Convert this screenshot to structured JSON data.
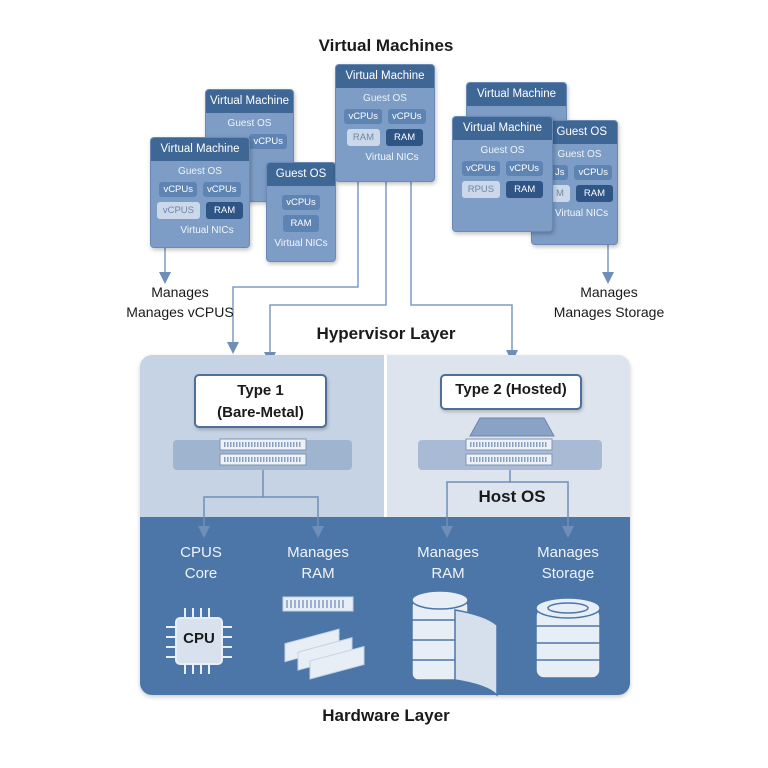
{
  "header": {
    "title": "Virtual Machines"
  },
  "vms": [
    {
      "title": "Virtual Machine",
      "guest_os": "Guest OS",
      "chips": [
        "vCPUs"
      ]
    },
    {
      "title": "Virtual Machine",
      "guest_os": "Guest OS",
      "chips_row1": [
        "vCPUs",
        "vCPUs"
      ],
      "chips_row2": [
        "vCPUS",
        "RAM"
      ],
      "nics": "Virtual NICs"
    },
    {
      "title": "Guest OS",
      "chips": [
        "vCPUs",
        "RAM"
      ],
      "nics": "Virtual NICs"
    },
    {
      "title": "Virtual Machine",
      "guest_os": "Guest OS",
      "chips_row1": [
        "vCPUs",
        "vCPUs"
      ],
      "chips_row2": [
        "RAM",
        "RAM"
      ],
      "nics": "Virtual NICs"
    },
    {
      "title": "Virtual Machine"
    },
    {
      "title": "Virtual Machine",
      "guest_os": "Guest OS",
      "chips_row1": [
        "vCPUs",
        "vCPUs"
      ],
      "chips_row2": [
        "RPUS",
        "RAM"
      ]
    },
    {
      "title": "l Guest OS",
      "guest_os": "Guest OS",
      "chips_row1": [
        "Js",
        "vCPUs"
      ],
      "chips_row2": [
        "M",
        "RAM"
      ],
      "nics": "Virtual NICs"
    }
  ],
  "left_note": {
    "line1": "Manages",
    "line2": "Manages vCPUS"
  },
  "right_note": {
    "line1": "Manages",
    "line2": "Manages Storage"
  },
  "hypervisor": {
    "title": "Hypervisor Layer",
    "type1_line1": "Type 1",
    "type1_line2": "(Bare-Metal)",
    "type2": "Type 2 (Hosted)",
    "host_os": "Host OS"
  },
  "hardware": {
    "title": "Hardware Layer",
    "items": [
      {
        "line1": "CPUS",
        "line2": "Core",
        "icon": "cpu-icon",
        "icon_text": "CPU"
      },
      {
        "line1": "Manages",
        "line2": "RAM",
        "icon": "ram-module-icon"
      },
      {
        "line1": "Manages",
        "line2": "RAM",
        "icon": "database-icon"
      },
      {
        "line1": "Manages",
        "line2": "Storage",
        "icon": "storage-icon"
      }
    ]
  },
  "colors": {
    "vm_body": "#7d9dc7",
    "vm_header": "#3f6796",
    "hardware_panel": "#4d76a8",
    "hypervisor_left": "#c5d3e5",
    "hypervisor_right": "#dde4ee",
    "line": "#6f8fb8"
  }
}
